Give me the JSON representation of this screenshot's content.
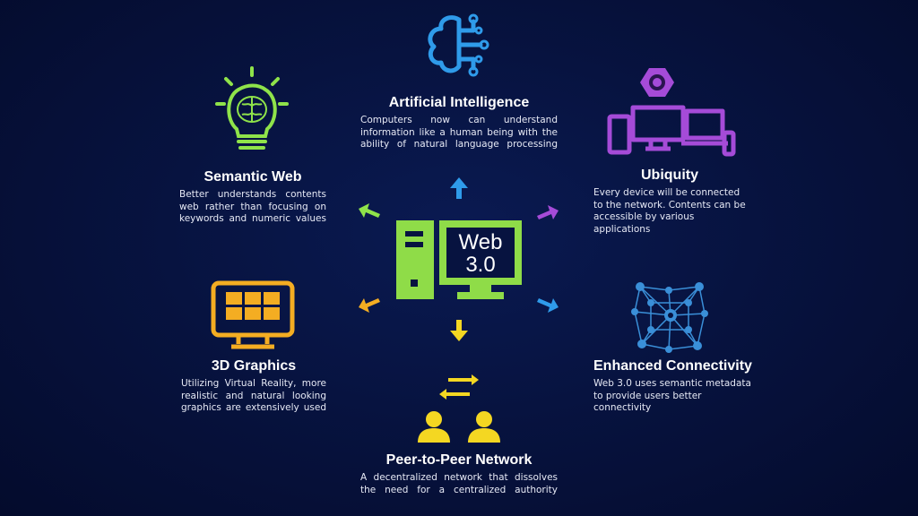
{
  "center": {
    "line1": "Web",
    "line2": "3.0"
  },
  "features": {
    "ai": {
      "title": "Artificial Intelligence",
      "lines": [
        "Computers now can understand",
        "information like a human being with the",
        "ability of natural language processing"
      ]
    },
    "semantic": {
      "title": "Semantic Web",
      "lines": [
        "Better understands contents",
        "web rather than focusing on",
        "keywords and numeric values"
      ]
    },
    "ubiquity": {
      "title": "Ubiquity",
      "lines": [
        "Every device will be connected",
        "to the network. Contents can be",
        "accessible by various",
        "applications"
      ]
    },
    "graphics": {
      "title": "3D Graphics",
      "lines": [
        "Utilizing Virtual Reality, more",
        "realistic and natural looking",
        "graphics are extensively used"
      ]
    },
    "connectivity": {
      "title": "Enhanced Connectivity",
      "lines": [
        "Web 3.0 uses semantic metadata",
        "to provide users better",
        "connectivity"
      ]
    },
    "p2p": {
      "title": "Peer-to-Peer Network",
      "lines": [
        "A decentralized network that dissolves",
        "the need for a centralized authority"
      ]
    }
  },
  "colors": {
    "ai": "#2f9bea",
    "semantic": "#8fe34a",
    "ubiquity": "#a54bd8",
    "graphics": "#f4ad22",
    "connectivity": "#3a8fd8",
    "p2p": "#f4d722",
    "center": "#8fdc48"
  },
  "icons": {
    "ai": "brain-circuit-icon",
    "semantic": "lightbulb-brain-icon",
    "ubiquity": "devices-gear-icon",
    "graphics": "monitor-grid-icon",
    "connectivity": "network-people-icon",
    "p2p": "peer-users-icon",
    "center": "computer-icon"
  }
}
